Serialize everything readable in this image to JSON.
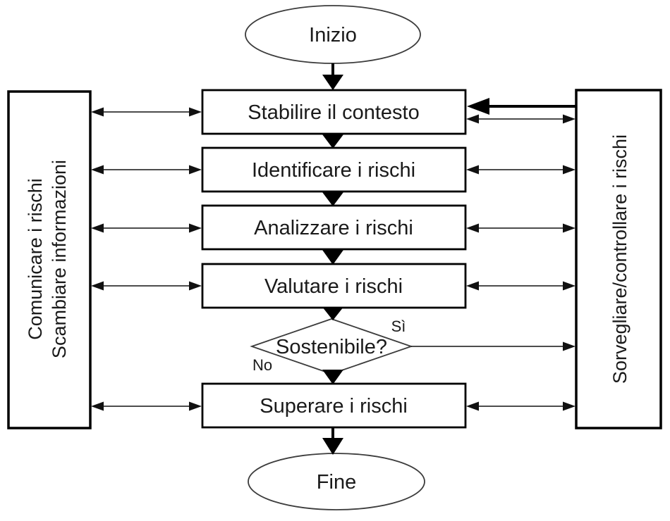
{
  "diagram": {
    "type": "flowchart",
    "language": "it",
    "colors": {
      "background": "#ffffff",
      "stroke": "#000000",
      "text": "#1a1a1a"
    },
    "nodes": {
      "start": {
        "shape": "ellipse",
        "label": "Inizio"
      },
      "establish_context": {
        "shape": "rectangle",
        "label": "Stabilire il contesto"
      },
      "identify_risks": {
        "shape": "rectangle",
        "label": "Identificare i rischi"
      },
      "analyze_risks": {
        "shape": "rectangle",
        "label": "Analizzare i rischi"
      },
      "evaluate_risks": {
        "shape": "rectangle",
        "label": "Valutare i rischi"
      },
      "decision_sustainable": {
        "shape": "diamond",
        "label": "Sostenibile?"
      },
      "treat_risks": {
        "shape": "rectangle",
        "label": "Superare i rischi"
      },
      "end": {
        "shape": "ellipse",
        "label": "Fine"
      },
      "communicate_panel": {
        "shape": "tall-rectangle-left",
        "label_line1": "Comunicare i rischi",
        "label_line2": "Scambiare informazioni"
      },
      "monitor_panel": {
        "shape": "tall-rectangle-right",
        "label": "Sorvegliare/controllare i rischi"
      }
    },
    "edge_labels": {
      "yes": "Sì",
      "no": "No"
    }
  }
}
